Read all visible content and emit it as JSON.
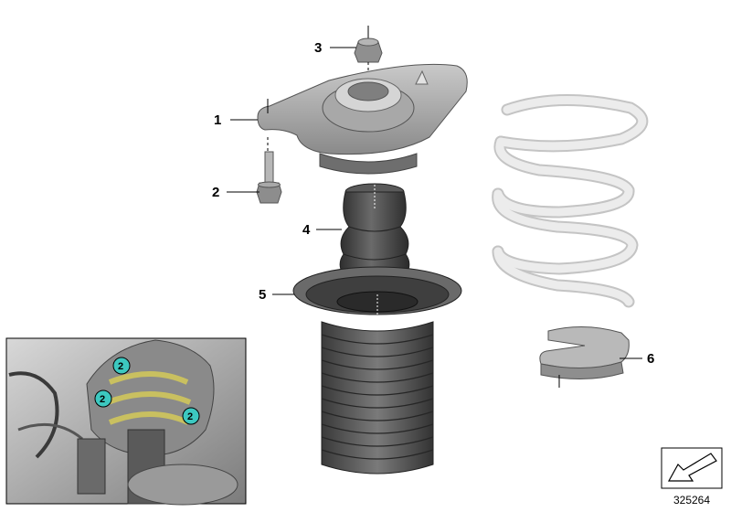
{
  "callouts": {
    "c1": "1",
    "c2": "2",
    "c3": "3",
    "c4": "4",
    "c5": "5",
    "c6": "6"
  },
  "inset": {
    "badge_a": "2",
    "badge_b": "2",
    "badge_c": "2"
  },
  "reference_number": "325264",
  "colors": {
    "badge": "#3cc8c0",
    "spring": "#e6e6e6",
    "rubber": "#4a4a4a",
    "metal": "#9a9a9a"
  }
}
